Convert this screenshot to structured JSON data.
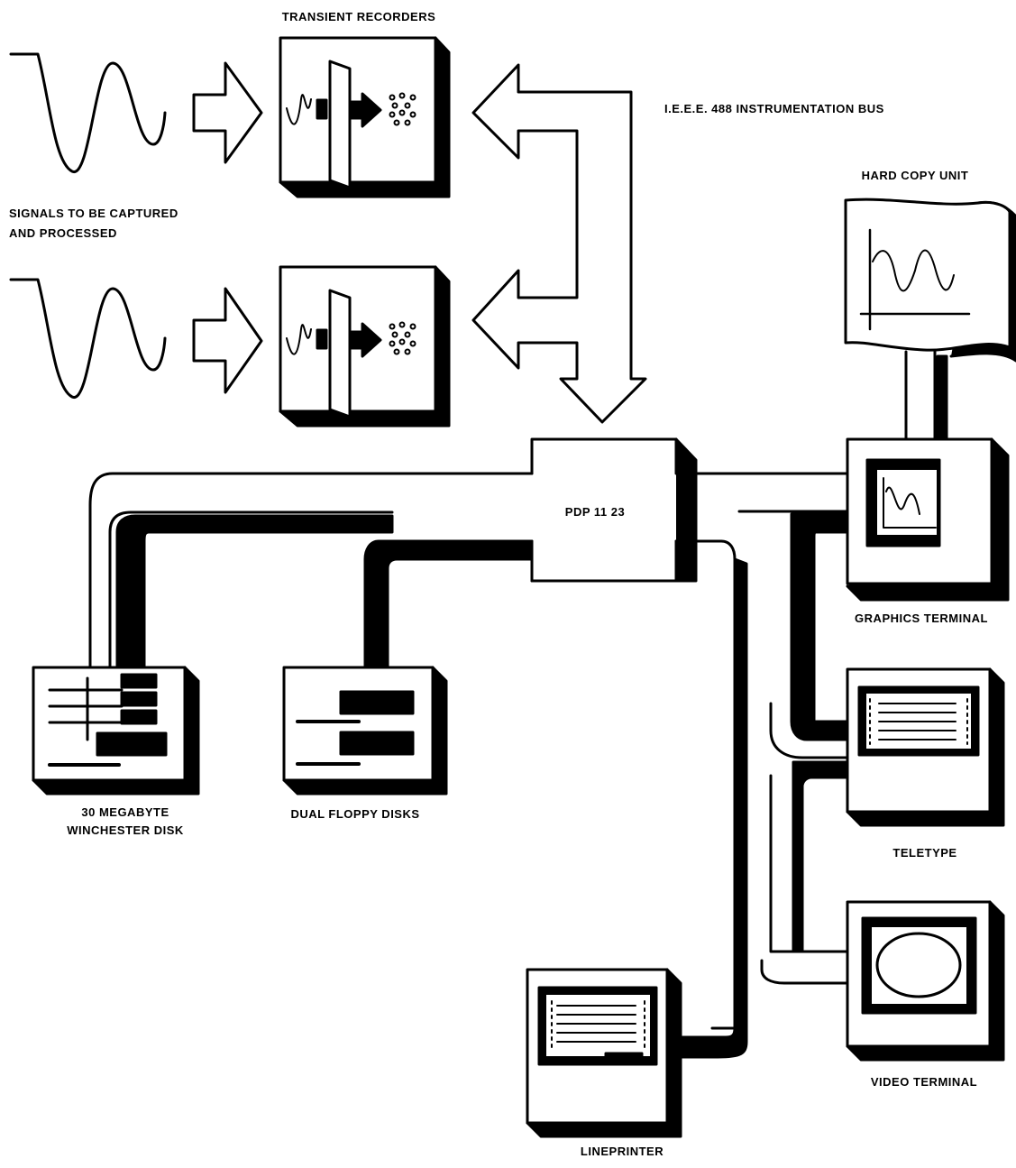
{
  "labels": {
    "transient_recorders": "TRANSIENT RECORDERS",
    "ieee_bus": "I.E.E.E. 488 INSTRUMENTATION BUS",
    "signals_line1": "SIGNALS TO BE CAPTURED",
    "signals_line2": "AND PROCESSED",
    "hard_copy_unit": "HARD COPY UNIT",
    "cpu": "PDP 11 23",
    "graphics_terminal": "GRAPHICS TERMINAL",
    "winchester_line1": "30 MEGABYTE",
    "winchester_line2": "WINCHESTER DISK",
    "floppy": "DUAL FLOPPY DISKS",
    "teletype": "TELETYPE",
    "video_terminal": "VIDEO TERMINAL",
    "lineprinter": "LINEPRINTER"
  },
  "colors": {
    "ink": "#000000",
    "paper": "#ffffff"
  },
  "icons": [
    "sine-wave-icon",
    "arrow-right-icon",
    "recorder-icon",
    "bus-arrow-icon",
    "disk-icon",
    "floppy-icon",
    "graphics-screen-icon",
    "teletype-paper-icon",
    "video-screen-icon",
    "printer-paper-icon"
  ]
}
